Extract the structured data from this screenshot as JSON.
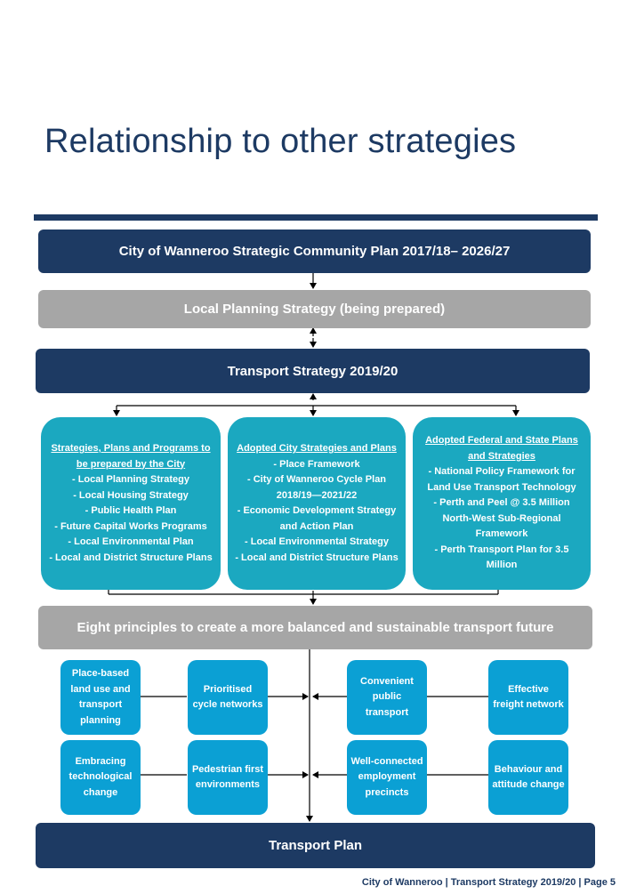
{
  "title": "Relationship to other strategies",
  "bars": {
    "scp": "City of Wanneroo Strategic Community Plan 2017/18– 2026/27",
    "lps": "Local Planning Strategy (being prepared)",
    "ts": "Transport Strategy 2019/20",
    "principles": "Eight principles to create a more balanced and sustainable transport future",
    "tp": "Transport Plan"
  },
  "strategy_boxes": [
    {
      "heading": "Strategies, Plans and Programs to be prepared by the City",
      "items": [
        "- Local Planning Strategy",
        "- Local Housing Strategy",
        "- Public Health Plan",
        "- Future Capital Works Programs",
        "- Local Environmental Plan",
        "- Local and District Structure Plans"
      ]
    },
    {
      "heading": "Adopted City Strategies and Plans",
      "items": [
        "- Place Framework",
        "- City of Wanneroo Cycle Plan 2018/19—2021/22",
        "- Economic Development Strategy and Action Plan",
        "- Local Environmental Strategy",
        "- Local and District Structure Plans"
      ]
    },
    {
      "heading": "Adopted Federal and State Plans and Strategies",
      "items": [
        "- National Policy Framework for Land Use Transport Technology",
        "- Perth and Peel @ 3.5 Million North-West Sub-Regional Framework",
        "- Perth Transport Plan for 3.5 Million"
      ]
    }
  ],
  "principles": [
    "Place-based land use and transport planning",
    "Prioritised cycle networks",
    "Convenient public transport",
    "Effective freight network",
    "Embracing technological change",
    "Pedestrian first environments",
    "Well-connected employment precincts",
    "Behaviour and attitude change"
  ],
  "footer": "City of Wanneroo | Transport Strategy 2019/20 | Page 5",
  "colors": {
    "navy": "#1d3a63",
    "grey": "#a6a6a6",
    "teal": "#1ba8c0",
    "principle_blue": "#0ba0d4"
  }
}
